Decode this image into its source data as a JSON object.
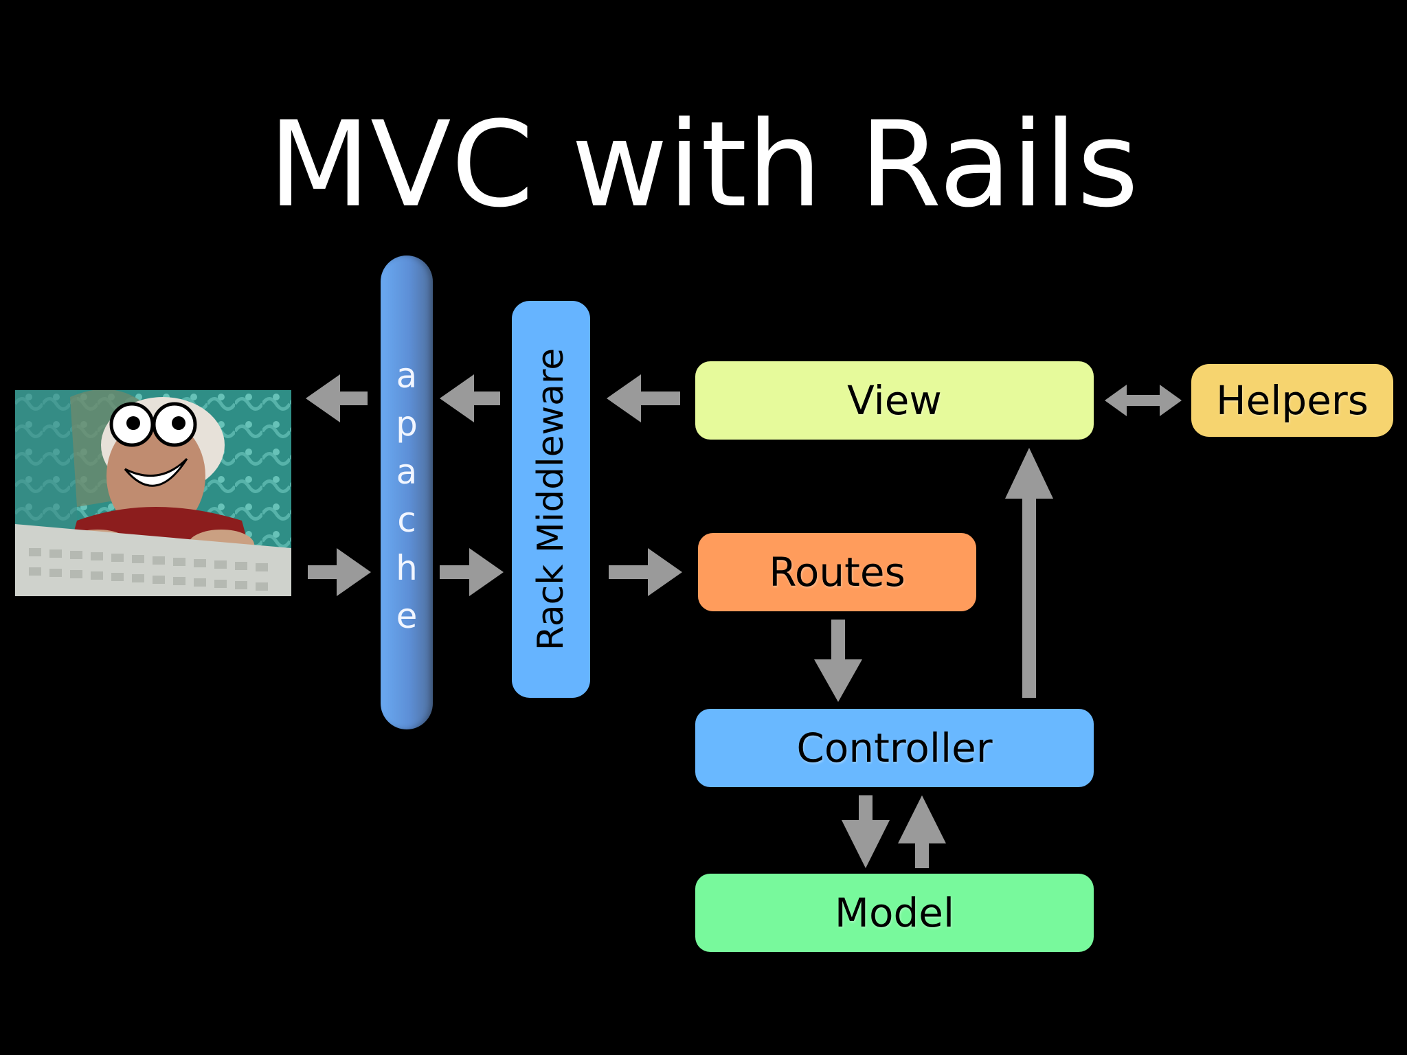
{
  "title": "MVC with Rails",
  "apache_label": [
    "a",
    "p",
    "a",
    "c",
    "h",
    "e"
  ],
  "rack_label": "Rack Middleware",
  "boxes": {
    "view": "View",
    "helpers": "Helpers",
    "routes": "Routes",
    "controller": "Controller",
    "model": "Model"
  },
  "colors": {
    "background": "#000000",
    "apache": "#5d8fd6",
    "rack": "#66b4ff",
    "view": "#e6fa9b",
    "helpers": "#f6d46f",
    "routes": "#ff9c5c",
    "controller": "#69b8ff",
    "model": "#78f99c",
    "arrow": "#9a9a9a"
  },
  "icons": {
    "photo": "user-at-keyboard-photo",
    "arrow": "arrow-icon"
  }
}
